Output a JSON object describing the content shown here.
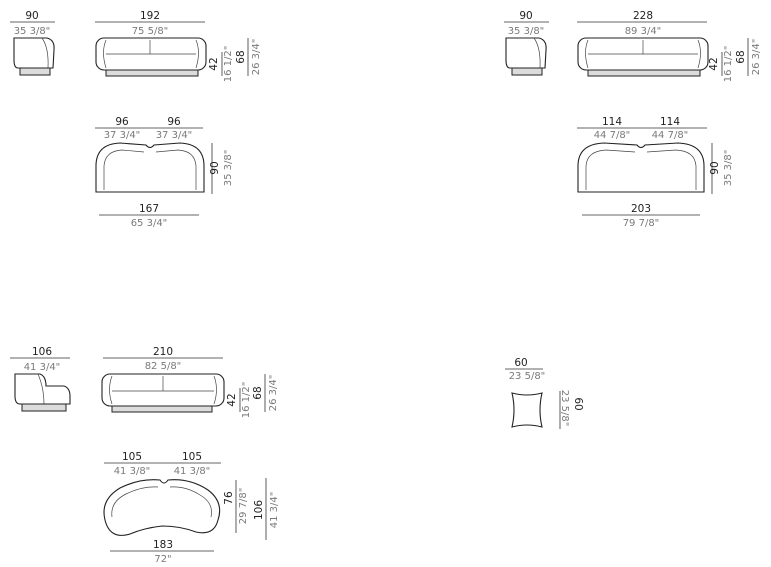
{
  "colors": {
    "line": "#222222",
    "metric": "#222222",
    "imperial": "#7a7a7a",
    "base": "#dcdcdc"
  },
  "set1": {
    "side": {
      "width_cm": "90",
      "width_in": "35 3/8\""
    },
    "front": {
      "width_cm": "192",
      "width_in": "75 5/8\"",
      "seat_cm": "42",
      "seat_in": "16 1/2\"",
      "height_cm": "68",
      "height_in": "26 3/4\""
    },
    "top": {
      "left_cm": "96",
      "left_in": "37 3/4\"",
      "right_cm": "96",
      "right_in": "37 3/4\"",
      "depth_cm": "90",
      "depth_in": "35 3/8\"",
      "bottom_cm": "167",
      "bottom_in": "65 3/4\""
    }
  },
  "set2": {
    "side": {
      "width_cm": "90",
      "width_in": "35 3/8\""
    },
    "front": {
      "width_cm": "228",
      "width_in": "89 3/4\"",
      "seat_cm": "42",
      "seat_in": "16 1/2\"",
      "height_cm": "68",
      "height_in": "26 3/4\""
    },
    "top": {
      "left_cm": "114",
      "left_in": "44 7/8\"",
      "right_cm": "114",
      "right_in": "44 7/8\"",
      "depth_cm": "90",
      "depth_in": "35 3/8\"",
      "bottom_cm": "203",
      "bottom_in": "79 7/8\""
    }
  },
  "set3": {
    "side": {
      "width_cm": "106",
      "width_in": "41 3/4\""
    },
    "front": {
      "width_cm": "210",
      "width_in": "82 5/8\"",
      "seat_cm": "42",
      "seat_in": "16 1/2\"",
      "height_cm": "68",
      "height_in": "26 3/4\""
    },
    "top": {
      "left_cm": "105",
      "left_in": "41 3/8\"",
      "right_cm": "105",
      "right_in": "41 3/8\"",
      "depth1_cm": "76",
      "depth1_in": "29 7/8\"",
      "depth2_cm": "106",
      "depth2_in": "41 3/4\"",
      "bottom_cm": "183",
      "bottom_in": "72\""
    }
  },
  "cushion": {
    "width_cm": "60",
    "width_in": "23 5/8\"",
    "depth_cm": "60",
    "depth_in": "23 5/8\""
  }
}
